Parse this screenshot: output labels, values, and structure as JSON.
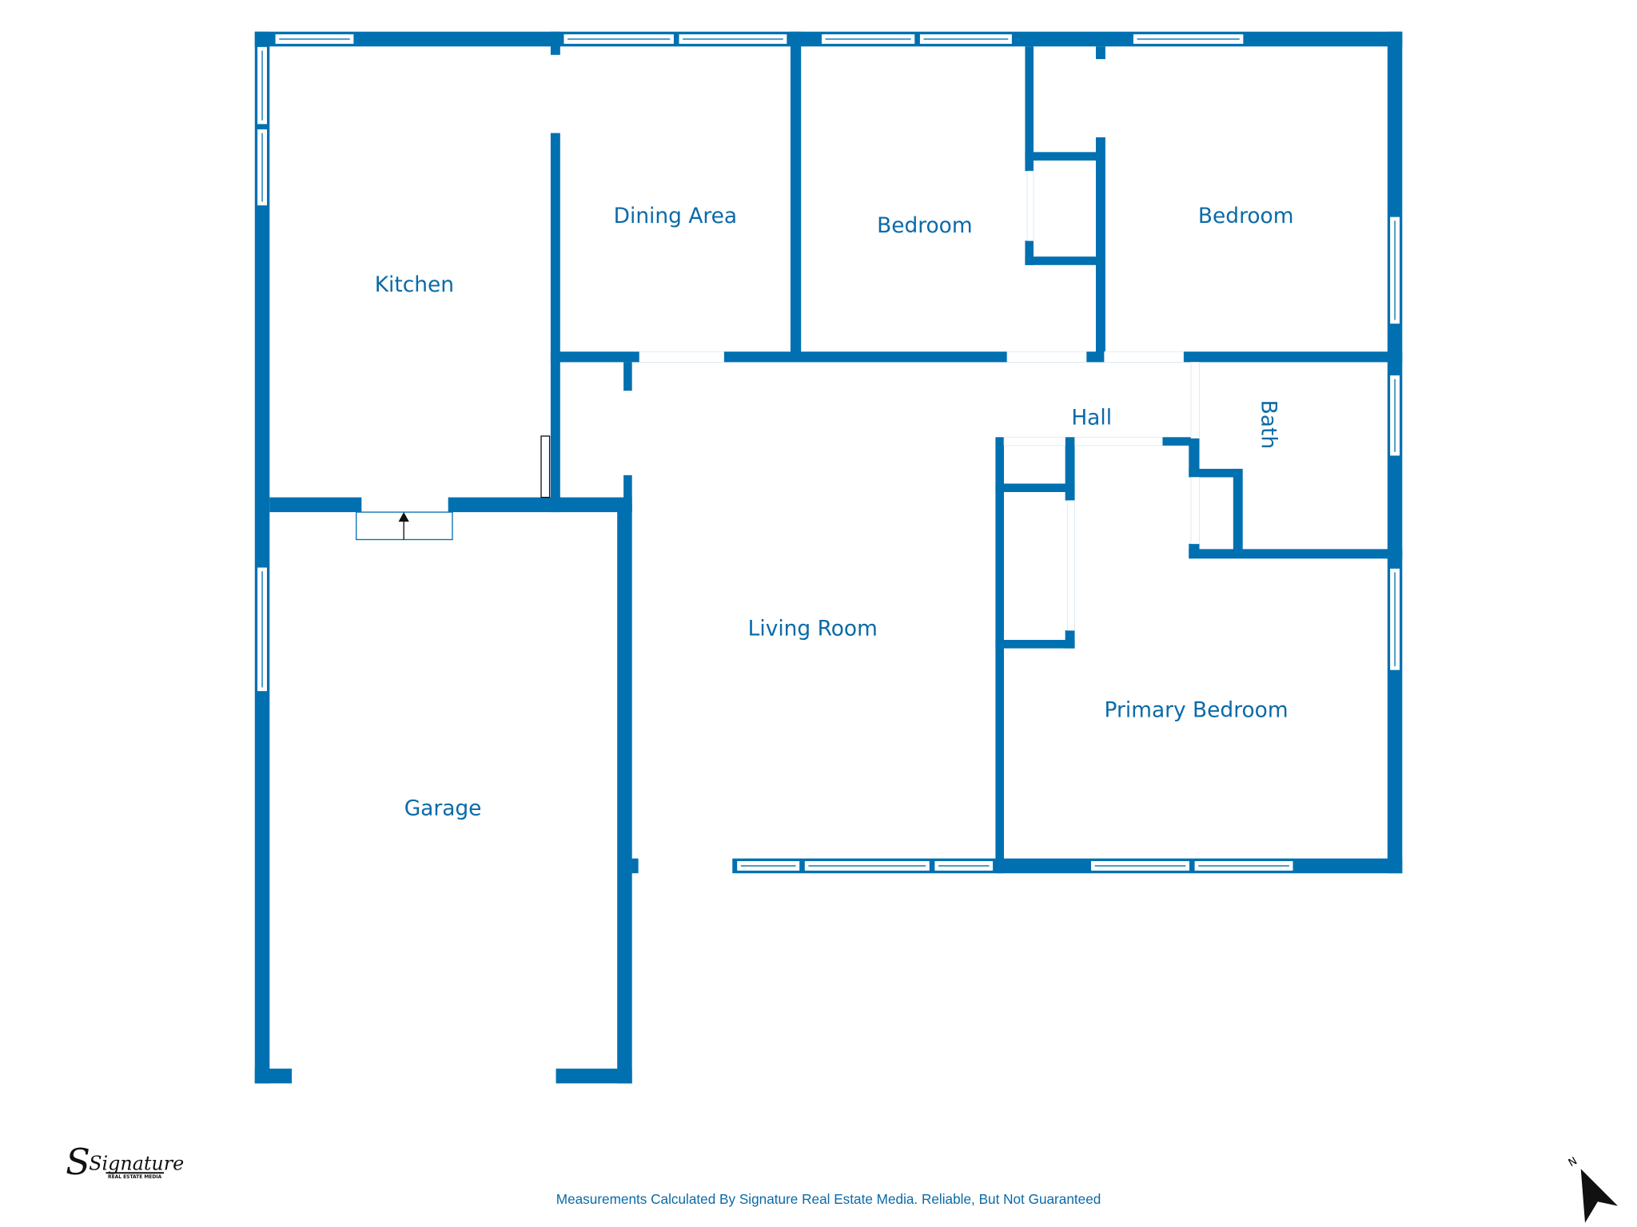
{
  "colors": {
    "wall": "#0070b0",
    "label": "#0a6aa8",
    "background": "#ffffff"
  },
  "rooms": [
    {
      "id": "kitchen",
      "label": "Kitchen"
    },
    {
      "id": "dining",
      "label": "Dining Area"
    },
    {
      "id": "bedroom-1",
      "label": "Bedroom"
    },
    {
      "id": "bedroom-2",
      "label": "Bedroom"
    },
    {
      "id": "hall",
      "label": "Hall"
    },
    {
      "id": "bath",
      "label": "Bath"
    },
    {
      "id": "living",
      "label": "Living Room"
    },
    {
      "id": "primary",
      "label": "Primary Bedroom"
    },
    {
      "id": "garage",
      "label": "Garage"
    }
  ],
  "footer": {
    "disclaimer": "Measurements Calculated By Signature Real Estate Media. Reliable, But Not Guaranteed"
  },
  "logo": {
    "script": "Signature",
    "sub": "REAL ESTATE MEDIA"
  },
  "compass": {
    "label": "N",
    "icon": "north-arrow-icon"
  }
}
